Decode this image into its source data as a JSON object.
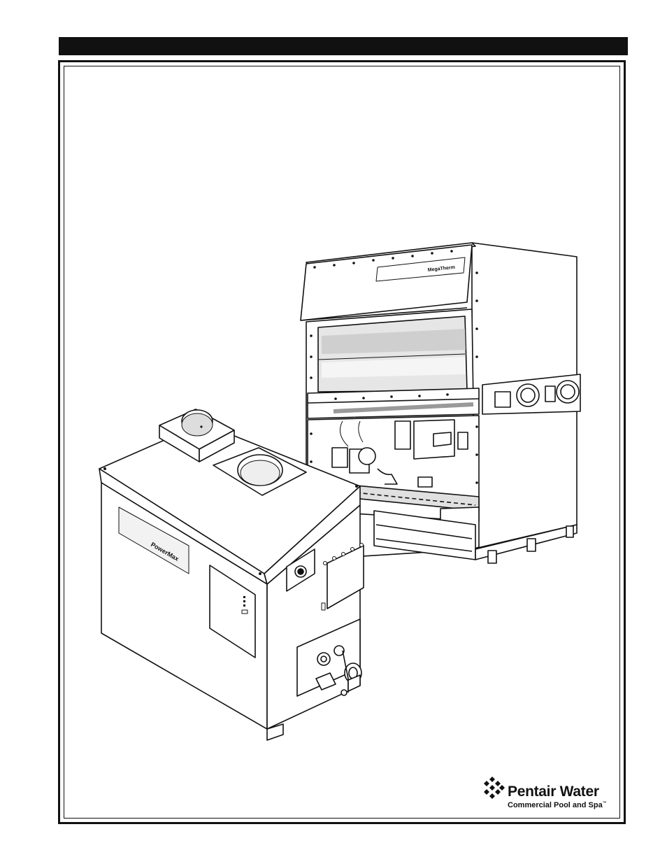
{
  "logo": {
    "name": "Pentair Water",
    "tagline": "Commercial Pool and Spa",
    "trademark": "™"
  },
  "illustration": {
    "front_unit_label": "PowerMax",
    "rear_unit_label": "MegaTherm"
  }
}
